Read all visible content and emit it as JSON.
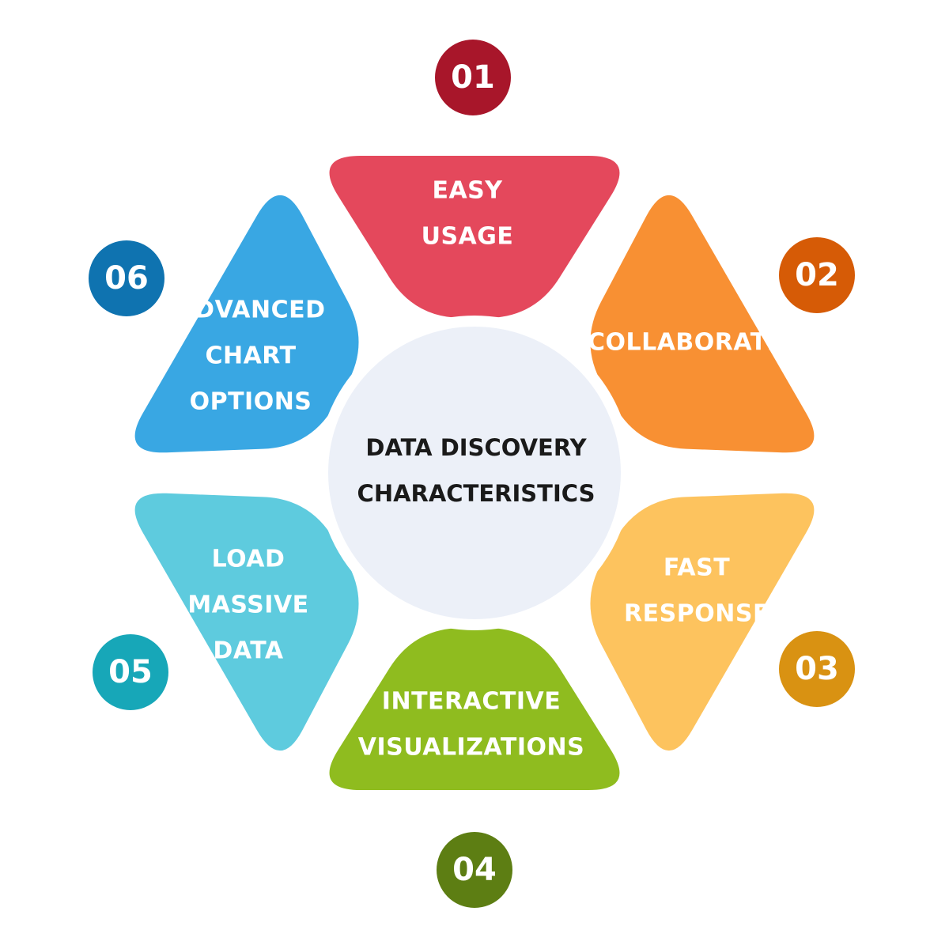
{
  "center": {
    "lines": [
      "DATA DISCOVERY",
      "CHARACTERISTICS"
    ],
    "fill": "#ecf0f8"
  },
  "segments": [
    {
      "number": "01",
      "lines": [
        "EASY",
        "USAGE"
      ],
      "color": "#e4485c",
      "badge_color": "#a8162a"
    },
    {
      "number": "02",
      "lines": [
        "COLLABORATION"
      ],
      "color": "#f89033",
      "badge_color": "#d65b06"
    },
    {
      "number": "03",
      "lines": [
        "FAST",
        "RESPONSE"
      ],
      "color": "#fdc35e",
      "badge_color": "#d99212"
    },
    {
      "number": "04",
      "lines": [
        "INTERACTIVE",
        "VISUALIZATIONS"
      ],
      "color": "#8fbc1f",
      "badge_color": "#5d7e13"
    },
    {
      "number": "05",
      "lines": [
        "LOAD",
        "MASSIVE",
        "DATA"
      ],
      "color": "#5ecbde",
      "badge_color": "#17a7b8"
    },
    {
      "number": "06",
      "lines": [
        "ADVANCED",
        "CHART",
        "OPTIONS"
      ],
      "color": "#39a7e3",
      "badge_color": "#0f73b0"
    }
  ]
}
